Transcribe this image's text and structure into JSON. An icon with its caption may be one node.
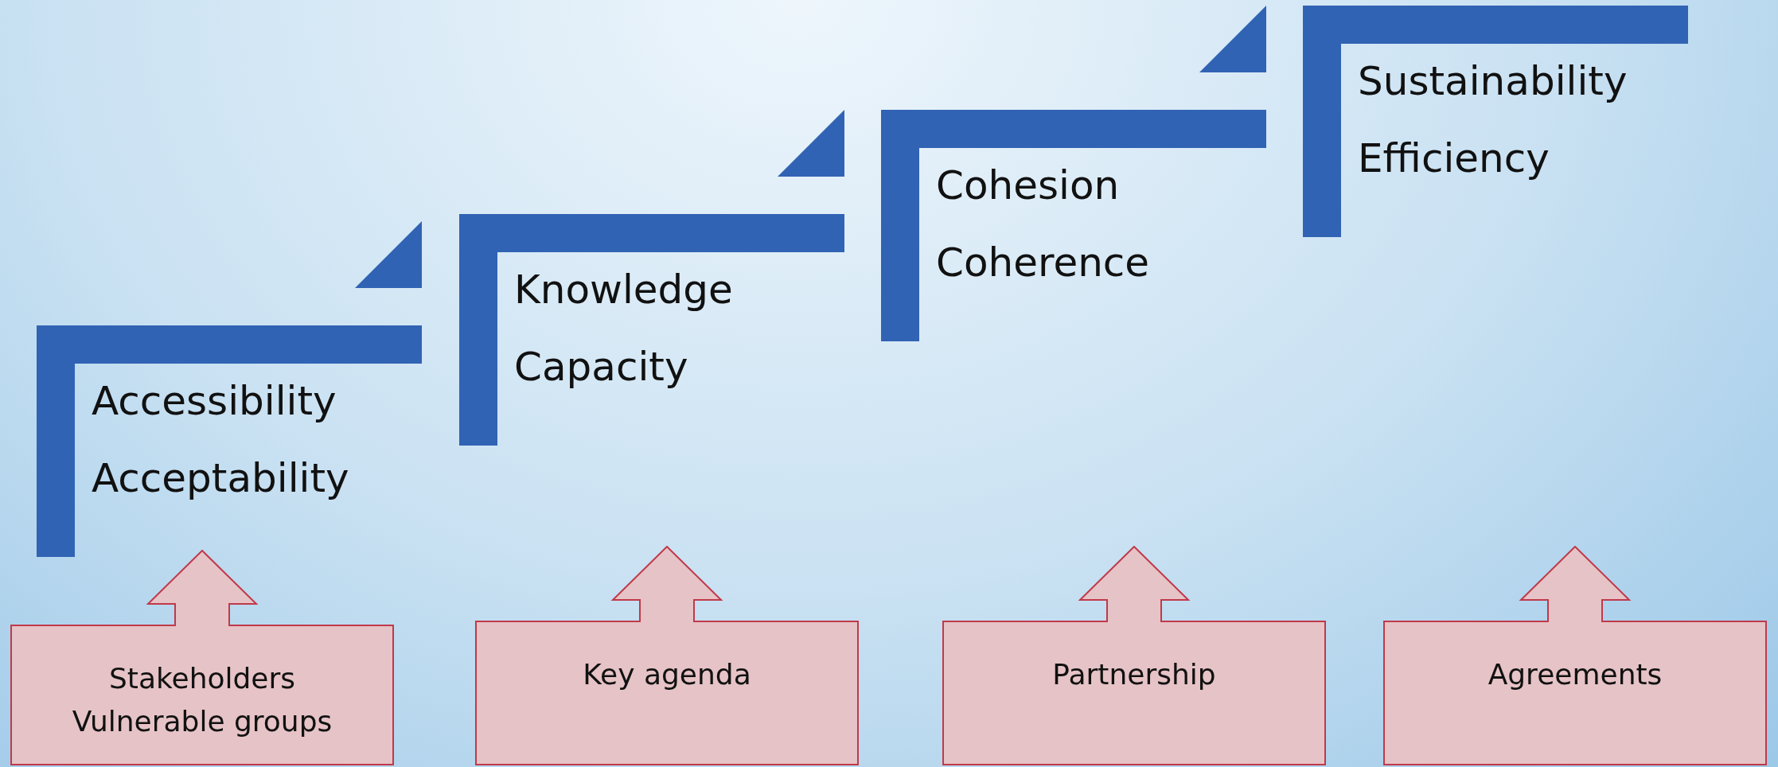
{
  "diagram": {
    "nodes": [
      {
        "text": [
          "Accessibility",
          "Acceptability"
        ]
      },
      {
        "text": [
          "Knowledge",
          "Capacity"
        ]
      },
      {
        "text": [
          "Cohesion",
          "Coherence"
        ]
      },
      {
        "text": [
          "Sustainability",
          "Efficiency"
        ]
      },
      {
        "text": [
          "Stakeholders Vulnerable groups"
        ]
      },
      {
        "text": [
          "Key agenda"
        ]
      },
      {
        "text": [
          "Partnership"
        ]
      },
      {
        "text": [
          "Agreements"
        ]
      },
      {
        "text": [],
        "shape": "triangle"
      },
      {
        "text": [],
        "shape": "triangle"
      },
      {
        "text": [],
        "shape": "triangle"
      }
    ]
  }
}
